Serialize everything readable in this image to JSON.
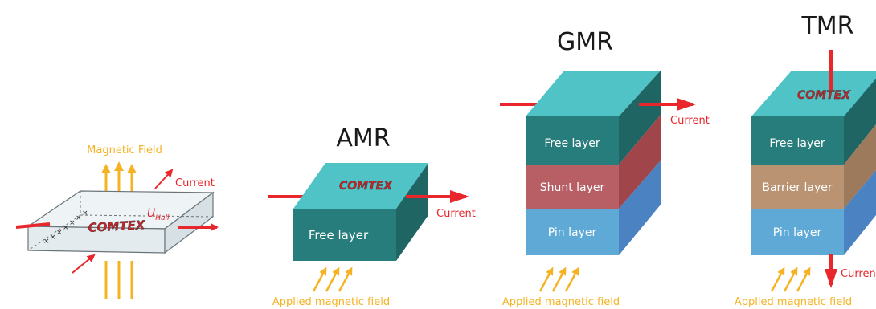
{
  "hall": {
    "magnetic_field_label": "Magnetic Field",
    "current_label": "Current",
    "u_hall_main": "U",
    "u_hall_sub": "Hall",
    "logo_text": "COMTEX"
  },
  "amr": {
    "title": "AMR",
    "layer": "Free layer",
    "current_label": "Current",
    "field_label": "Applied magnetic field",
    "logo_text": "COMTEX"
  },
  "gmr": {
    "title": "GMR",
    "layers": [
      "Free layer",
      "Shunt layer",
      "Pin layer"
    ],
    "current_label": "Current",
    "field_label": "Applied magnetic field"
  },
  "tmr": {
    "title": "TMR",
    "layers": [
      "Free layer",
      "Barrier layer",
      "Pin layer"
    ],
    "current_label": "Current",
    "field_label": "Applied magnetic field",
    "logo_text": "COMTEX"
  },
  "colors": {
    "arrow_red": "#e8262b",
    "field_orange": "#f5b324",
    "top_teal": "#4fc3c5",
    "front_teal": "#267d7b",
    "side_teal": "#1f6563",
    "shunt_front": "#b75f64",
    "shunt_side": "#a0454a",
    "barrier_front": "#b99372",
    "barrier_side": "#9e7a5c",
    "pin_front": "#5fa9d6",
    "pin_side": "#4a82c2"
  }
}
